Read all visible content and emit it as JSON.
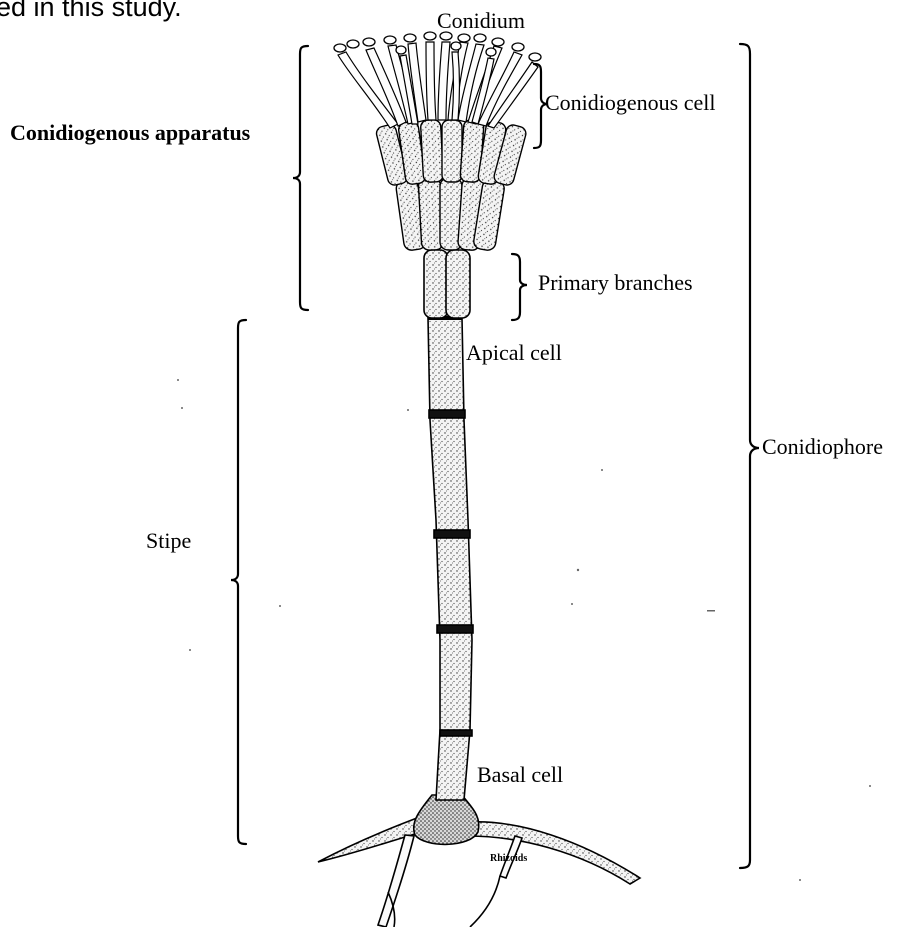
{
  "caption_fragment": "ed in this study.",
  "labels": {
    "conidium": "Conidium",
    "conidiogenous_cell": "Conidiogenous cell",
    "conidiogenous_apparatus": "Conidiogenous apparatus",
    "primary_branches": "Primary branches",
    "apical_cell": "Apical cell",
    "conidiophore": "Conidiophore",
    "stipe": "Stipe",
    "basal_cell": "Basal cell",
    "rhizoids": "Rhizoids"
  },
  "colors": {
    "ink": "#000000",
    "cell_fill": "#e8e8e8",
    "background": "#ffffff"
  }
}
